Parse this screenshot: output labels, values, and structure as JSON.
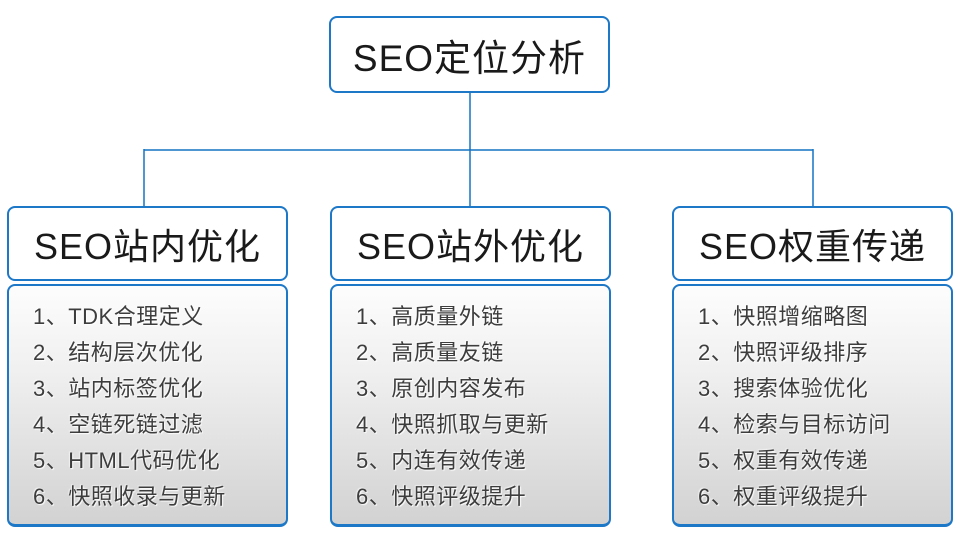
{
  "root": {
    "label": "SEO定位分析"
  },
  "columns": [
    {
      "header": "SEO站内优化",
      "items": [
        "1、TDK合理定义",
        "2、结构层次优化",
        "3、站内标签优化",
        "4、空链死链过滤",
        "5、HTML代码优化",
        "6、快照收录与更新"
      ]
    },
    {
      "header": "SEO站外优化",
      "items": [
        "1、高质量外链",
        "2、高质量友链",
        "3、原创内容发布",
        "4、快照抓取与更新",
        "5、内连有效传递",
        "6、快照评级提升"
      ]
    },
    {
      "header": "SEO权重传递",
      "items": [
        "1、快照增缩略图",
        "2、快照评级排序",
        "3、搜索体验优化",
        "4、检索与目标访问",
        "5、权重有效传递",
        "6、权重评级提升"
      ]
    }
  ],
  "colors": {
    "line": "#1274c4",
    "box_border": "#1e78c8",
    "header_text": "#1a1a1a",
    "list_text": "#3d3d3d",
    "list_bg_top": "#fdfdfd",
    "list_bg_bottom": "#d2d2d2"
  }
}
